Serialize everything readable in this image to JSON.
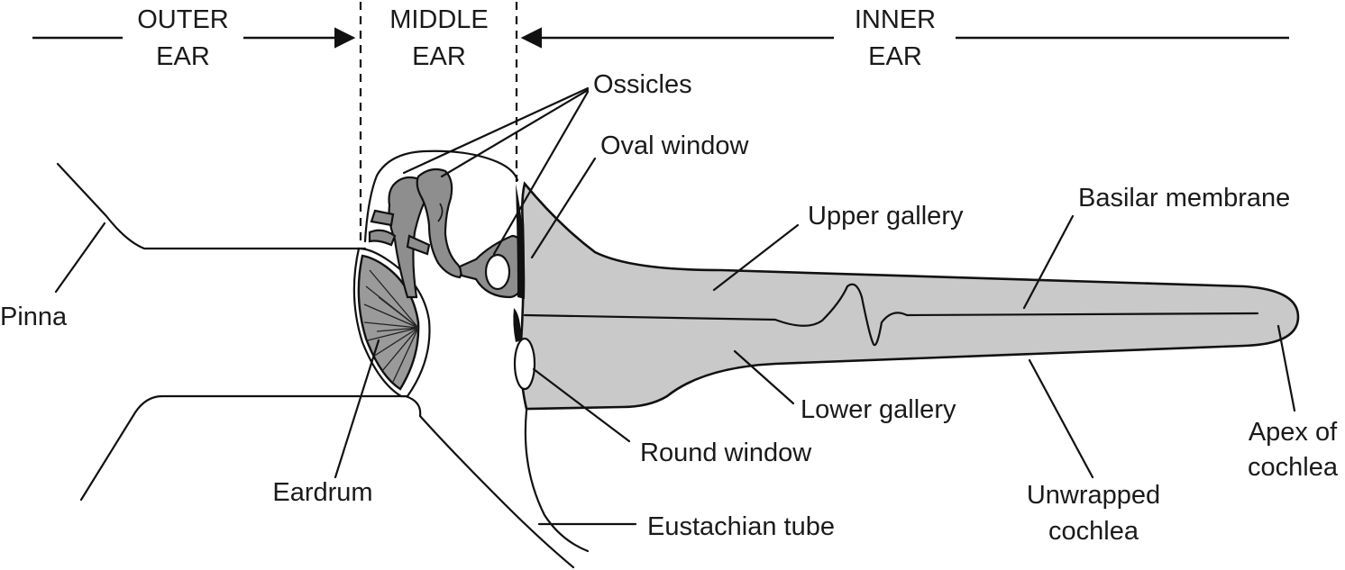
{
  "sections": {
    "outer_line1": "OUTER",
    "outer_line2": "EAR",
    "middle_line1": "MIDDLE",
    "middle_line2": "EAR",
    "inner_line1": "INNER",
    "inner_line2": "EAR"
  },
  "labels": {
    "ossicles": "Ossicles",
    "oval_window": "Oval window",
    "upper_gallery": "Upper gallery",
    "basilar_membrane": "Basilar membrane",
    "pinna": "Pinna",
    "lower_gallery": "Lower gallery",
    "round_window": "Round window",
    "eardrum": "Eardrum",
    "eustachian_tube": "Eustachian tube",
    "unwrapped_cochlea_line1": "Unwrapped",
    "unwrapped_cochlea_line2": "cochlea",
    "apex_line1": "Apex of",
    "apex_line2": "cochlea"
  },
  "colors": {
    "gallery_fill": "#c9c9c9",
    "ossicle_fill": "#8e8e8e",
    "outline": "#111111"
  }
}
